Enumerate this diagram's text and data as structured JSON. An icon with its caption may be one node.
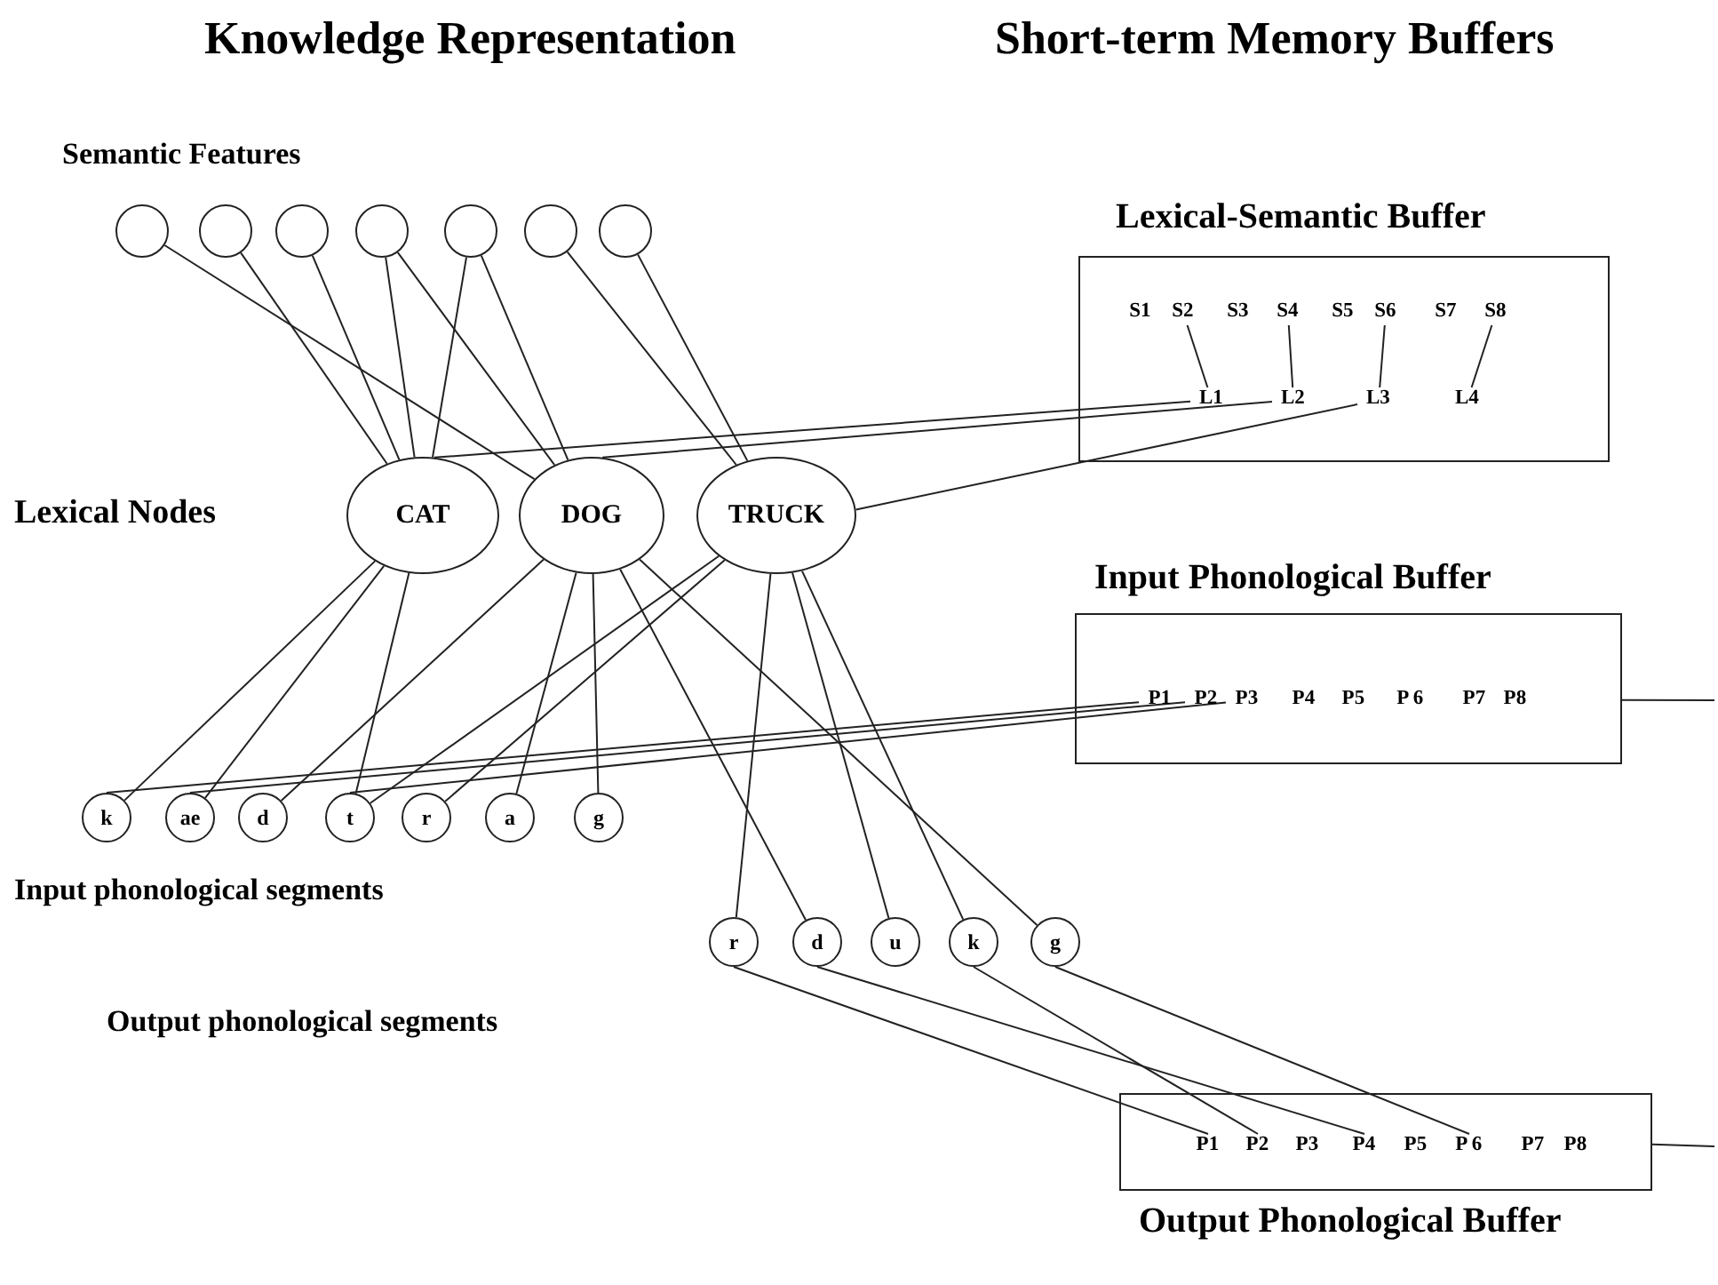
{
  "diagram": {
    "nodes": [
      {
        "text": [],
        "shape": "circle"
      },
      {
        "text": [],
        "shape": "circle"
      },
      {
        "text": [],
        "shape": "circle"
      },
      {
        "text": [],
        "shape": "circle"
      },
      {
        "text": [],
        "shape": "circle"
      },
      {
        "text": [],
        "shape": "circle"
      },
      {
        "text": [],
        "shape": "circle"
      },
      {
        "text": [
          "CAT"
        ]
      },
      {
        "text": [
          "DOG"
        ]
      },
      {
        "text": [
          "TRUCK"
        ]
      },
      {
        "text": [
          "Lexical-Semantic Buffer"
        ]
      },
      {
        "text": [
          "S1"
        ],
        "in": 10
      },
      {
        "text": [
          "S2"
        ],
        "in": 10
      },
      {
        "text": [
          "S3"
        ],
        "in": 10
      },
      {
        "text": [
          "S4"
        ],
        "in": 10
      },
      {
        "text": [
          "S5"
        ],
        "in": 10
      },
      {
        "text": [
          "S6"
        ],
        "in": 10
      },
      {
        "text": [
          "S7"
        ],
        "in": 10
      },
      {
        "text": [
          "S8"
        ],
        "in": 10
      },
      {
        "text": [
          "L1"
        ],
        "in": 10
      },
      {
        "text": [
          "L2"
        ],
        "in": 10
      },
      {
        "text": [
          "L3"
        ],
        "in": 10
      },
      {
        "text": [
          "L4"
        ],
        "in": 10
      },
      {
        "text": [
          "Input Phonological Buffer"
        ]
      },
      {
        "text": [
          "P1"
        ],
        "in": 23
      },
      {
        "text": [
          "P2"
        ],
        "in": 23
      },
      {
        "text": [
          "P3"
        ],
        "in": 23
      },
      {
        "text": [
          "P4"
        ],
        "in": 23
      },
      {
        "text": [
          "P5"
        ],
        "in": 23
      },
      {
        "text": [
          "P 6"
        ],
        "in": 23
      },
      {
        "text": [
          "P7"
        ],
        "in": 23
      },
      {
        "text": [
          "P8"
        ],
        "in": 23
      },
      {
        "text": [
          "k"
        ]
      },
      {
        "text": [
          "ae"
        ]
      },
      {
        "text": [
          "d"
        ]
      },
      {
        "text": [
          "t"
        ]
      },
      {
        "text": [
          "r"
        ]
      },
      {
        "text": [
          "a"
        ]
      },
      {
        "text": [
          "g"
        ]
      },
      {
        "text": [
          "r"
        ]
      },
      {
        "text": [
          "d"
        ]
      },
      {
        "text": [
          "u"
        ]
      },
      {
        "text": [
          "k"
        ]
      },
      {
        "text": [
          "g"
        ]
      },
      {
        "text": [
          "Output Phonological Buffer"
        ]
      },
      {
        "text": [
          "P1"
        ],
        "in": 44
      },
      {
        "text": [
          "P2"
        ],
        "in": 44
      },
      {
        "text": [
          "P3"
        ],
        "in": 44
      },
      {
        "text": [
          "P4"
        ],
        "in": 44
      },
      {
        "text": [
          "P5"
        ],
        "in": 44
      },
      {
        "text": [
          "P 6"
        ],
        "in": 44
      },
      {
        "text": [
          "P7"
        ],
        "in": 44
      },
      {
        "text": [
          "P8"
        ],
        "in": 44
      }
    ],
    "edges": [
      {
        "from": 0,
        "to": 8,
        "arrow": "none"
      },
      {
        "from": 1,
        "to": 7,
        "arrow": "none"
      },
      {
        "from": 2,
        "to": 7,
        "arrow": "none"
      },
      {
        "from": 3,
        "to": 7,
        "arrow": "none"
      },
      {
        "from": 3,
        "to": 8,
        "arrow": "none"
      },
      {
        "from": 4,
        "to": 7,
        "arrow": "none"
      },
      {
        "from": 4,
        "to": 8,
        "arrow": "none"
      },
      {
        "from": 5,
        "to": 9,
        "arrow": "none"
      },
      {
        "from": 6,
        "to": 9,
        "arrow": "none"
      },
      {
        "from": 12,
        "to": 19,
        "arrow": "none"
      },
      {
        "from": 14,
        "to": 20,
        "arrow": "none"
      },
      {
        "from": 16,
        "to": 21,
        "arrow": "none"
      },
      {
        "from": 18,
        "to": 22,
        "arrow": "none"
      },
      {
        "from": 7,
        "to": 19,
        "arrow": "none"
      },
      {
        "from": 8,
        "to": 20,
        "arrow": "none"
      },
      {
        "from": 9,
        "to": 21,
        "arrow": "none"
      },
      {
        "from": 7,
        "to": 32,
        "arrow": "none"
      },
      {
        "from": 7,
        "to": 33,
        "arrow": "none"
      },
      {
        "from": 7,
        "to": 35,
        "arrow": "none"
      },
      {
        "from": 8,
        "to": 34,
        "arrow": "none"
      },
      {
        "from": 8,
        "to": 37,
        "arrow": "none"
      },
      {
        "from": 8,
        "to": 38,
        "arrow": "none"
      },
      {
        "from": 9,
        "to": 35,
        "arrow": "none"
      },
      {
        "from": 9,
        "to": 36,
        "arrow": "none"
      },
      {
        "from": 8,
        "to": 40,
        "arrow": "none"
      },
      {
        "from": 8,
        "to": 43,
        "arrow": "none"
      },
      {
        "from": 9,
        "to": 39,
        "arrow": "none"
      },
      {
        "from": 9,
        "to": 41,
        "arrow": "none"
      },
      {
        "from": 9,
        "to": 42,
        "arrow": "none"
      },
      {
        "from": 32,
        "to": 24,
        "arrow": "none"
      },
      {
        "from": 33,
        "to": 25,
        "arrow": "none"
      },
      {
        "from": 35,
        "to": 26,
        "arrow": "none"
      },
      {
        "from": 39,
        "to": 45,
        "arrow": "none"
      },
      {
        "from": 40,
        "to": 48,
        "arrow": "none"
      },
      {
        "from": 42,
        "to": 46,
        "arrow": "none"
      },
      {
        "from": 43,
        "to": 50,
        "arrow": "none"
      },
      {
        "from": 23,
        "to": null,
        "arrow": "none"
      },
      {
        "from": 44,
        "to": null,
        "arrow": "none"
      }
    ],
    "labels": [
      "Knowledge Representation",
      "Short-term Memory Buffers",
      "Semantic Features",
      "Lexical Nodes",
      "Input phonological segments",
      "Output phonological segments"
    ]
  }
}
